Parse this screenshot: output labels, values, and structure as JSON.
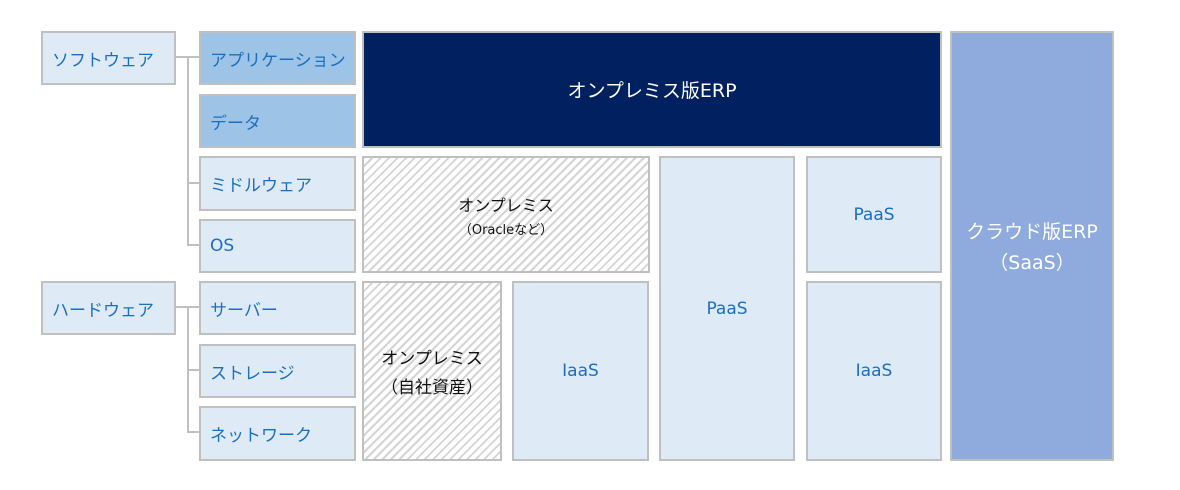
{
  "left": {
    "software": "ソフトウェア",
    "hardware": "ハードウェア"
  },
  "layers": {
    "application": "アプリケーション",
    "data": "データ",
    "middleware": "ミドルウェア",
    "os": "OS",
    "server": "サーバー",
    "storage": "ストレージ",
    "network": "ネットワーク"
  },
  "blocks": {
    "onprem_erp": "オンプレミス版ERP",
    "onprem_oracle_title": "オンプレミス",
    "onprem_oracle_sub": "（Oracleなど）",
    "onprem_own_title": "オンプレミス",
    "onprem_own_sub": "（自社資産）",
    "iaas_1": "IaaS",
    "paas_big": "PaaS",
    "paas_small": "PaaS",
    "iaas_2": "IaaS",
    "cloud_erp_title": "クラウド版ERP",
    "cloud_erp_sub": "（SaaS）"
  },
  "colors": {
    "navy": "#012060",
    "cloud": "#8faadc",
    "text_blue": "#1a6fc0"
  }
}
